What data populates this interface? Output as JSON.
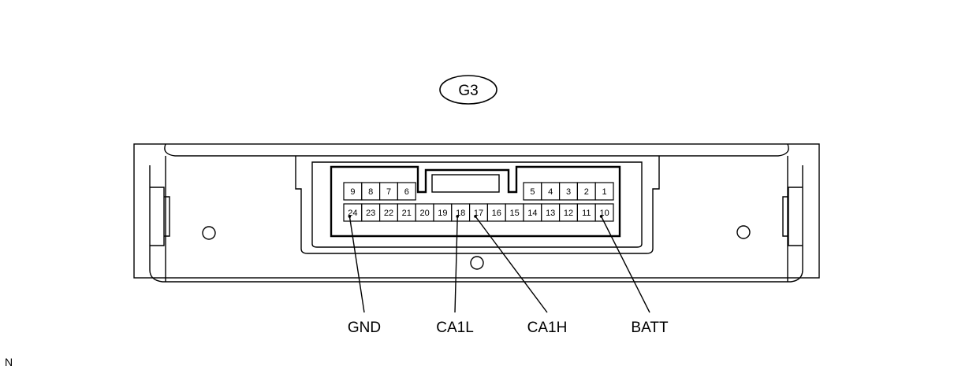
{
  "connector": {
    "id": "G3"
  },
  "pins": {
    "top_left": [
      "9",
      "8",
      "7",
      "6"
    ],
    "top_right": [
      "5",
      "4",
      "3",
      "2",
      "1"
    ],
    "bottom": [
      "24",
      "23",
      "22",
      "21",
      "20",
      "19",
      "18",
      "17",
      "16",
      "15",
      "14",
      "13",
      "12",
      "11",
      "10"
    ]
  },
  "leads": [
    {
      "label": "GND",
      "pin": "24"
    },
    {
      "label": "CA1L",
      "pin": "18"
    },
    {
      "label": "CA1H",
      "pin": "17"
    },
    {
      "label": "BATT",
      "pin": "10"
    }
  ],
  "corner_mark": "N"
}
